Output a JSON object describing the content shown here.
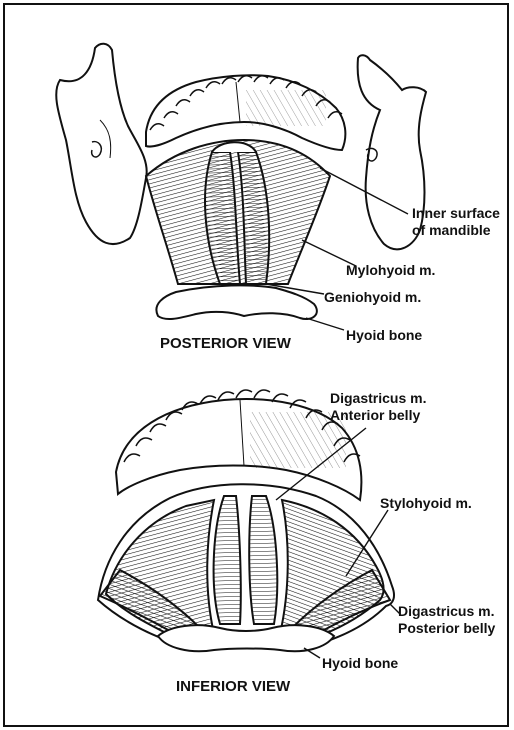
{
  "figure": {
    "posterior_view": {
      "caption": "POSTERIOR VIEW",
      "labels": {
        "inner_surface_line1": "Inner surface",
        "inner_surface_line2": "of mandible",
        "mylohyoid": "Mylohyoid m.",
        "geniohyoid": "Geniohyoid m.",
        "hyoid_bone": "Hyoid bone"
      }
    },
    "inferior_view": {
      "caption": "INFERIOR VIEW",
      "labels": {
        "digastricus_anterior_line1": "Digastricus m.",
        "digastricus_anterior_line2": "Anterior belly",
        "stylohyoid": "Stylohyoid m.",
        "digastricus_posterior_line1": "Digastricus m.",
        "digastricus_posterior_line2": "Posterior belly",
        "hyoid_bone": "Hyoid bone"
      }
    },
    "colors": {
      "ink": "#111111",
      "paper": "#ffffff"
    }
  }
}
